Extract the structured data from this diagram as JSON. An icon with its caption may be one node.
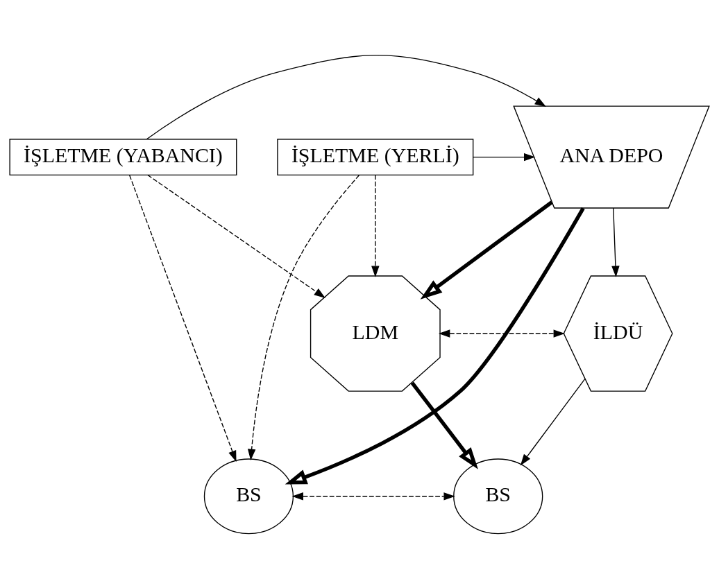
{
  "diagram": {
    "nodes": [
      {
        "text": [
          "İŞLETME (YABANCI)"
        ]
      },
      {
        "text": [
          "İŞLETME (YERLİ)"
        ]
      },
      {
        "text": [
          "ANA DEPO"
        ]
      },
      {
        "text": [
          "LDM"
        ]
      },
      {
        "text": [
          "İLDÜ"
        ]
      },
      {
        "text": [
          "BS"
        ]
      },
      {
        "text": [
          "BS"
        ]
      }
    ],
    "edges": [
      {
        "from": 0,
        "to": 2,
        "arrow": "to"
      },
      {
        "from": 1,
        "to": 2,
        "arrow": "to"
      },
      {
        "from": 0,
        "to": 3,
        "arrow": "to",
        "style": "dashed"
      },
      {
        "from": 0,
        "to": 5,
        "arrow": "to",
        "style": "dashed"
      },
      {
        "from": 1,
        "to": 3,
        "arrow": "to",
        "style": "dashed"
      },
      {
        "from": 1,
        "to": 5,
        "arrow": "to",
        "style": "dashed"
      },
      {
        "from": 2,
        "to": 5,
        "arrow": "to",
        "style": "thick"
      },
      {
        "from": 2,
        "to": 3,
        "arrow": "to",
        "style": "thick"
      },
      {
        "from": 2,
        "to": 4,
        "arrow": "to"
      },
      {
        "from": 3,
        "to": 4,
        "arrow": "both",
        "style": "dashed"
      },
      {
        "from": 3,
        "to": 6,
        "arrow": "to",
        "style": "thick"
      },
      {
        "from": 4,
        "to": 6,
        "arrow": "to"
      },
      {
        "from": 5,
        "to": 6,
        "arrow": "both",
        "style": "dashed"
      }
    ]
  }
}
